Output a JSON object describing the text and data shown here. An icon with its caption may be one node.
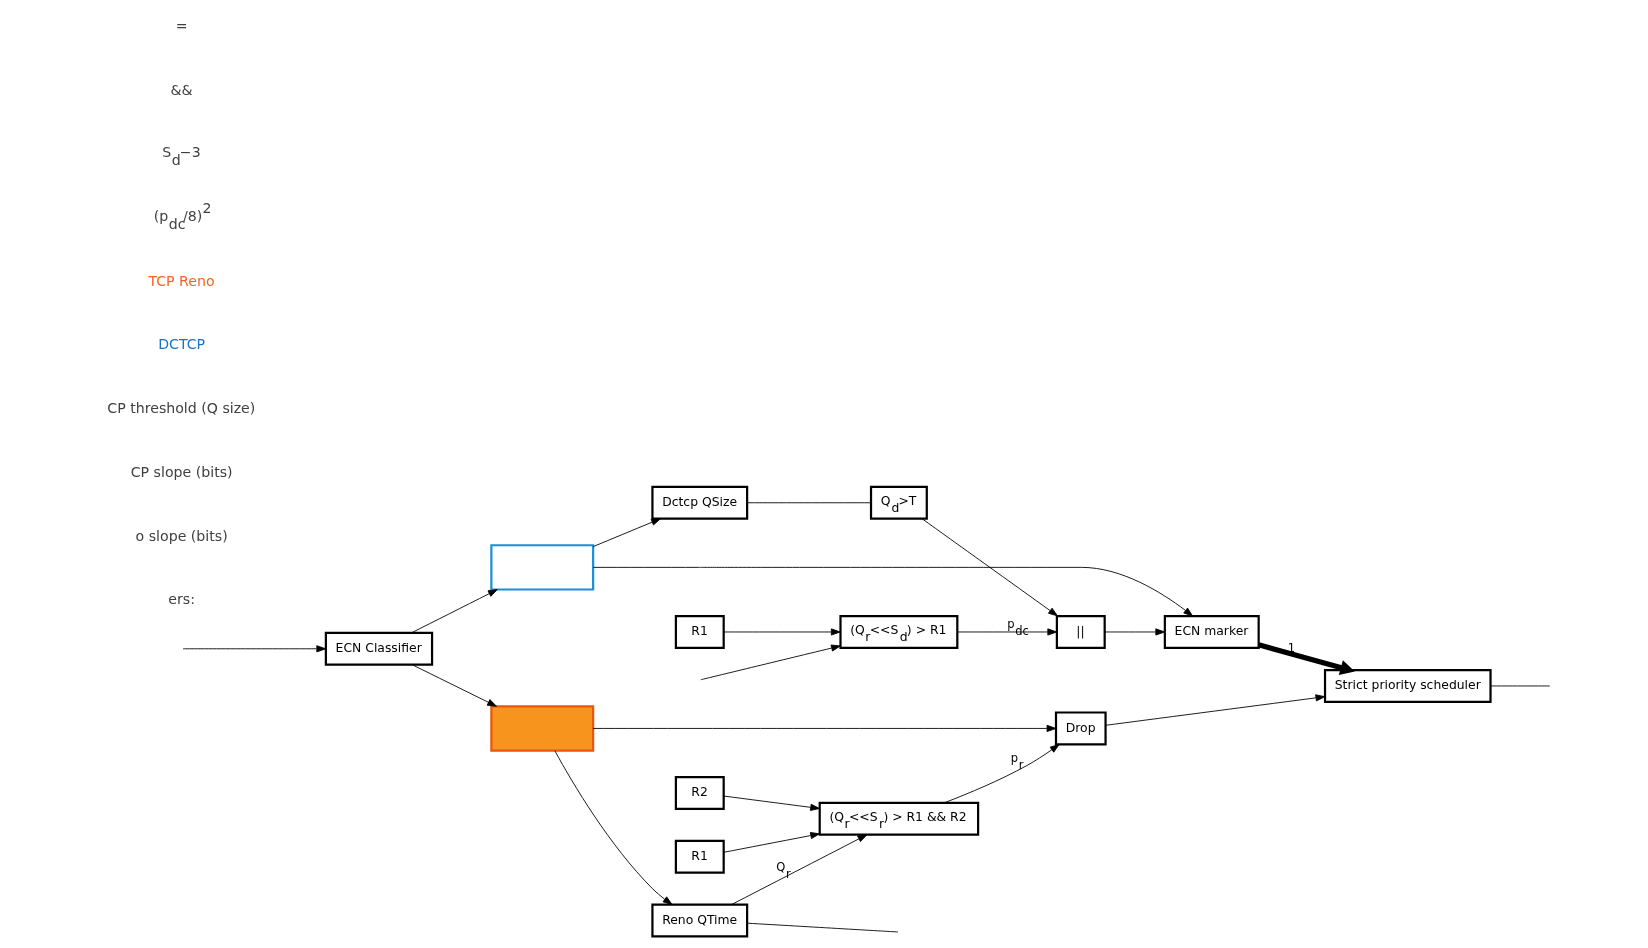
{
  "diagram": {
    "nodes": [
      {
        "text": [
          "Q$_{d}$>T"
        ]
      },
      {
        "text": [
          "||"
        ]
      },
      {
        "text": [
          "(Q$_{r}$<<S$_{d}$) > R1"
        ]
      },
      {
        "text": [
          "R1"
        ]
      },
      {
        "text": [
          "Dctcp QSize"
        ]
      },
      {
        "text": [],
        "shape": "box"
      },
      {
        "text": [
          "ECN marker"
        ]
      },
      {
        "text": [
          "ECN Classifier"
        ]
      },
      {
        "text": [
          "Strict priority scheduler"
        ]
      },
      {
        "text": [],
        "shape": "box"
      },
      {
        "text": [
          "Drop"
        ]
      },
      {
        "text": [
          "Reno QTime"
        ]
      },
      {
        "text": [
          "(Q$_{r}$<<S$_{r}$) > R1 && R2"
        ]
      },
      {
        "text": [
          "R1"
        ]
      },
      {
        "text": [
          "R2"
        ]
      }
    ],
    "edges": [
      {
        "from": null,
        "to": 7,
        "arrow": "to"
      },
      {
        "from": 7,
        "to": 5,
        "arrow": "to"
      },
      {
        "from": 7,
        "to": 9,
        "arrow": "to"
      },
      {
        "from": 5,
        "to": 4,
        "arrow": "to"
      },
      {
        "from": 4,
        "to": 0,
        "arrow": "none"
      },
      {
        "from": 0,
        "to": 1,
        "arrow": "to"
      },
      {
        "from": 2,
        "to": 1,
        "arrow": "to",
        "label": "p$_{dc}$"
      },
      {
        "from": null,
        "to": 2,
        "arrow": "to"
      },
      {
        "from": 3,
        "to": 2,
        "arrow": "to"
      },
      {
        "from": 1,
        "to": 6,
        "arrow": "to"
      },
      {
        "from": 5,
        "to": 6,
        "arrow": "to"
      },
      {
        "from": 6,
        "to": 8,
        "arrow": "to",
        "label": "1",
        "style": "thick"
      },
      {
        "from": 9,
        "to": 10,
        "arrow": "to"
      },
      {
        "from": 10,
        "to": 8,
        "arrow": "to"
      },
      {
        "from": 8,
        "to": null,
        "arrow": "none"
      },
      {
        "from": 9,
        "to": 11,
        "arrow": "to"
      },
      {
        "from": 12,
        "to": 10,
        "arrow": "to",
        "label": "p$_{r}$"
      },
      {
        "from": 13,
        "to": 12,
        "arrow": "to"
      },
      {
        "from": 14,
        "to": 12,
        "arrow": "to"
      },
      {
        "from": 11,
        "to": 12,
        "arrow": "to",
        "label": "Q$_{r}$"
      },
      {
        "from": 11,
        "to": null,
        "arrow": "none"
      }
    ],
    "labels": [
      "ers:",
      "o slope (bits)",
      "CP slope (bits)",
      "CP threshold (Q size)",
      "DCTCP",
      "TCP Reno",
      "(p$_{dc}$/8)$^{2}$",
      "S$_{d}$−3",
      "&&",
      "="
    ]
  }
}
